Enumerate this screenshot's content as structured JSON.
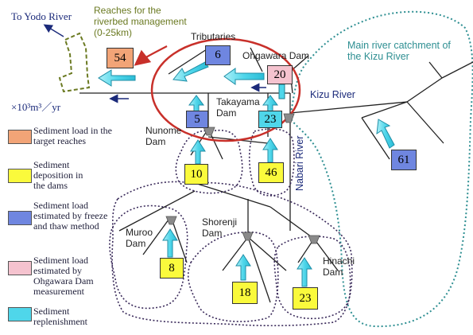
{
  "labels": {
    "to_yodo": "To Yodo River",
    "reaches": "Reaches for the\nriverbed management\n(0-25km)",
    "tributaries": "Tributaries",
    "ohgawara_dam": "Ohgawara Dam",
    "main_catchment": "Main river catchment of\nthe Kizu River",
    "kizu_river": "Kizu River",
    "takayama_dam": "Takayama\nDam",
    "nunome_dam": "Nunome\nDam",
    "nabari_river": "Nabari River",
    "muroo_dam": "Muroo\nDam",
    "shorenji_dam": "Shorenji\nDam",
    "hinachi_dam": "Hinachi\nDam",
    "unit": "×10³m³／yr"
  },
  "values": {
    "target_reaches": "54",
    "tributaries": "6",
    "ohgawara": "20",
    "takayama_blue": "5",
    "takayama_cyan": "23",
    "nunome": "10",
    "nabari": "46",
    "kizu_upstream": "61",
    "muroo": "8",
    "shorenji": "18",
    "hinachi": "23"
  },
  "legend": [
    {
      "text": "Sediment load in the target reaches",
      "color": "#f2a477"
    },
    {
      "text": "Sediment deposition in the dams",
      "color": "#fafa3c"
    },
    {
      "text": "Sediment load estimated by freeze and thaw method",
      "color": "#6f86e0"
    },
    {
      "text": "Sediment load estimated by Ohgawara Dam measurement",
      "color": "#f5c3cf"
    },
    {
      "text": "Sediment replenishment",
      "color": "#4fd6ea"
    }
  ],
  "colors": {
    "orange": "#f2a477",
    "yellow": "#fafa3c",
    "blue": "#6f86e0",
    "pink": "#f5c3cf",
    "cyan": "#4fd6ea",
    "red_ellipse": "#c8302a",
    "olive": "#6b7a22",
    "teal": "#2e8f92",
    "navy": "#1b2a7a"
  }
}
